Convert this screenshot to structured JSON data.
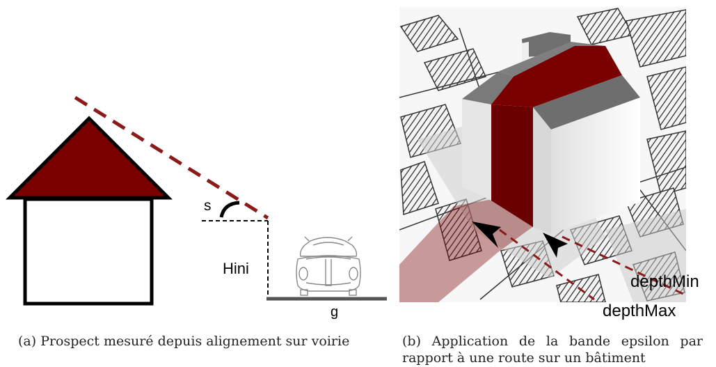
{
  "panel_a": {
    "label_s": "s",
    "label_hini": "Hini",
    "label_g": "g",
    "caption": "(a) Prospect mesuré depuis alignement sur voirie"
  },
  "panel_b": {
    "label_depth_min": "depthMin",
    "label_depth_max": "depthMax",
    "caption": "(b) Application de la bande epsilon par rapport à une route sur un bâtiment"
  },
  "colors": {
    "roof": "#7a0000",
    "dashed_line": "#8b1a1a",
    "wall_gray": "#777777",
    "road": "#555555"
  },
  "icons": [
    "house-icon",
    "car-icon",
    "arrow-icon"
  ]
}
